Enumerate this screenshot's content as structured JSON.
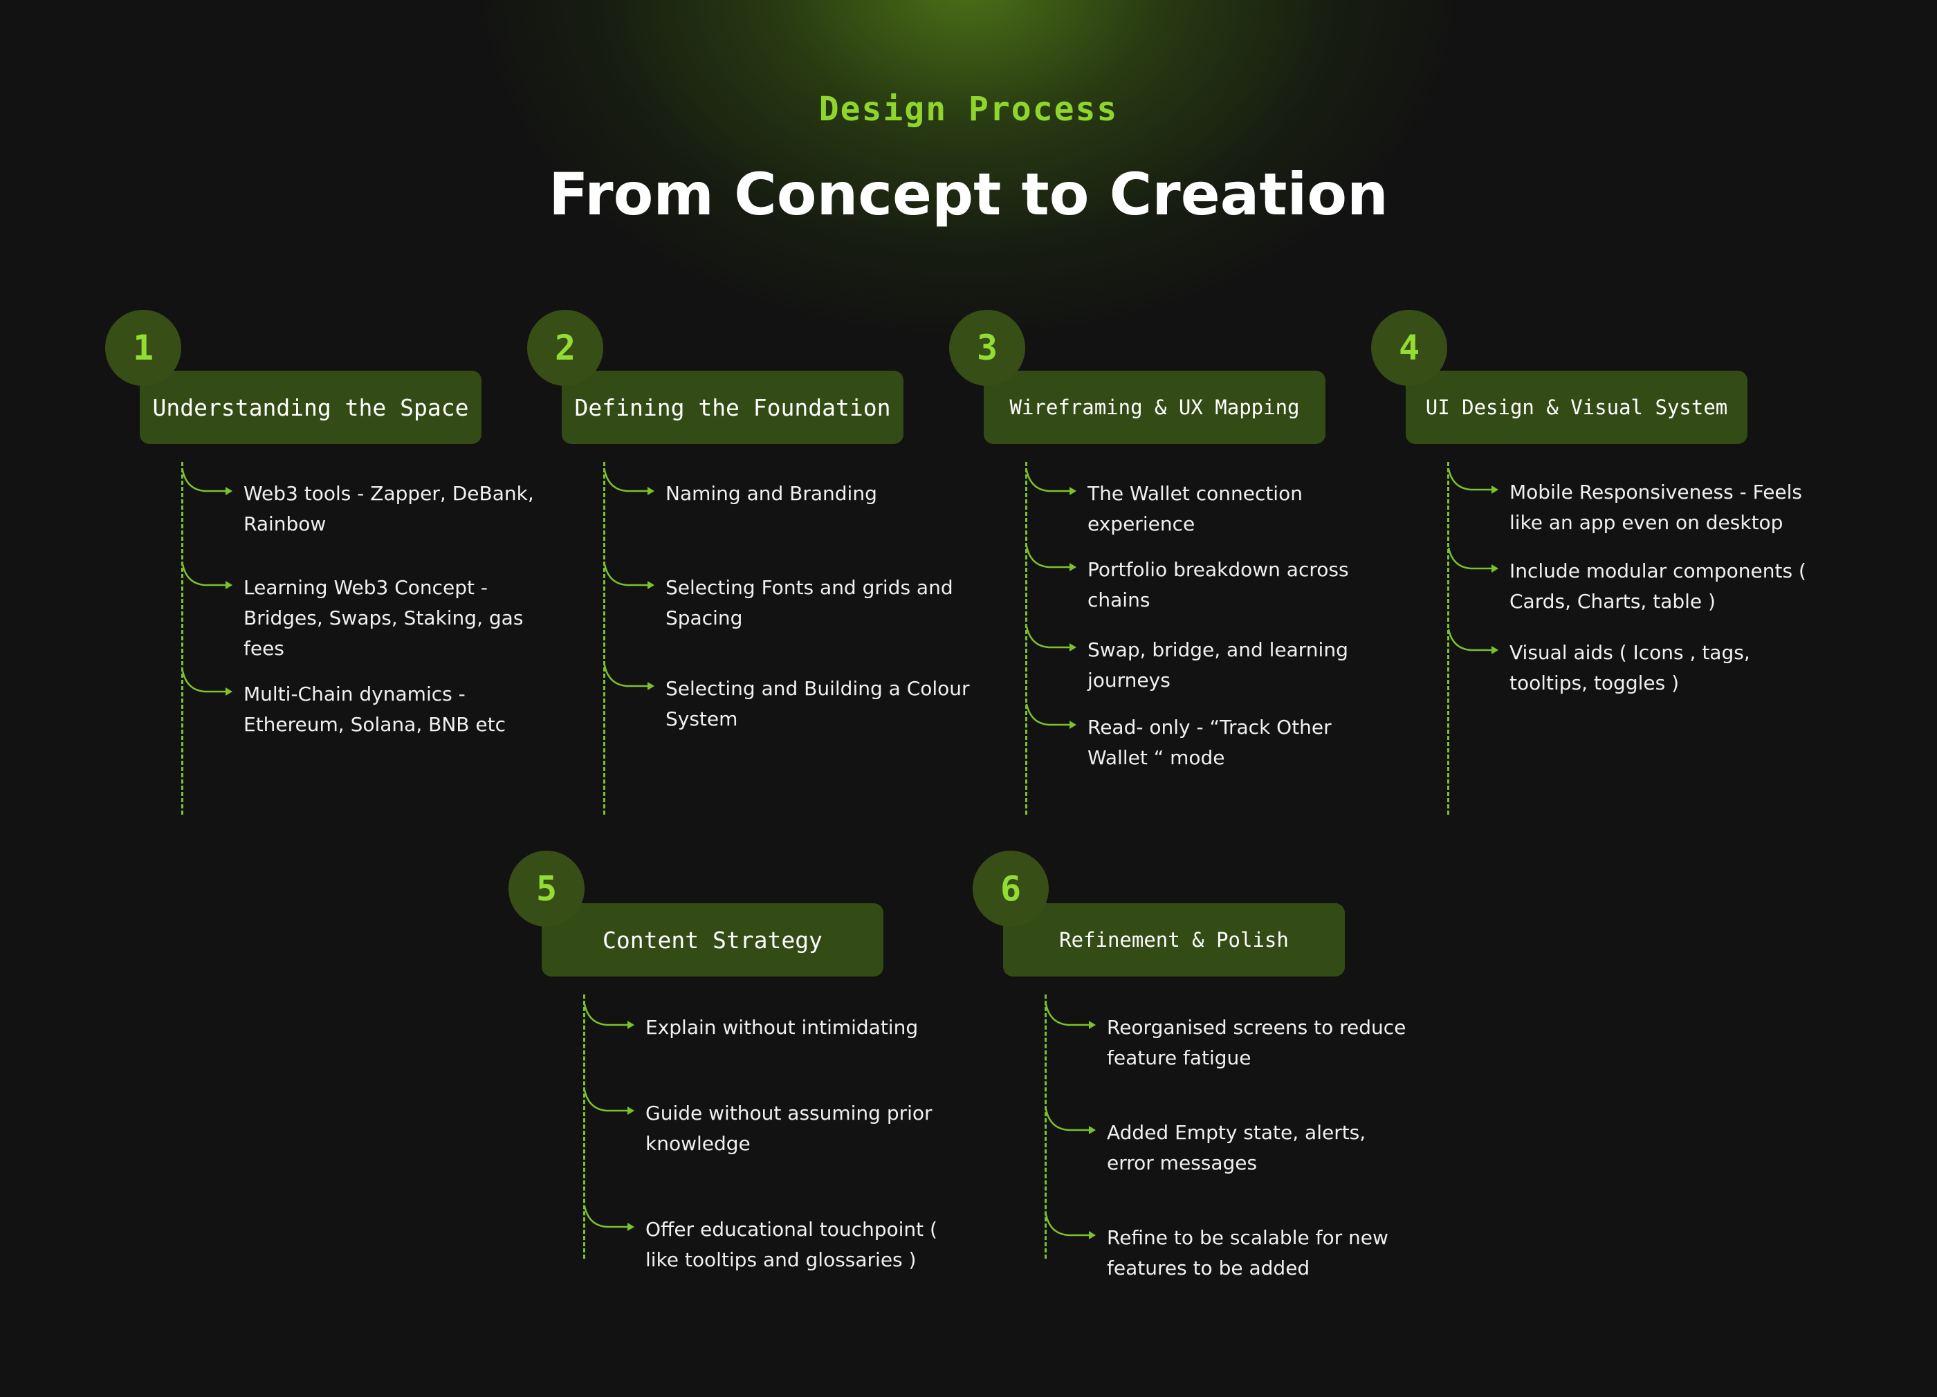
{
  "header": {
    "kicker": "Design Process",
    "title": "From Concept to Creation"
  },
  "colors": {
    "background": "#121212",
    "accent": "#8ed62e",
    "pill": "#334b14",
    "badge": "#374f17"
  },
  "steps": [
    {
      "number": "1",
      "title": "Understanding the Space",
      "items": [
        "Web3 tools - Zapper, DeBank, Rainbow",
        "Learning Web3 Concept - Bridges, Swaps, Staking, gas fees",
        "Multi-Chain dynamics - Ethereum, Solana, BNB etc"
      ]
    },
    {
      "number": "2",
      "title": "Defining the Foundation",
      "items": [
        "Naming and Branding",
        "Selecting Fonts and grids and Spacing",
        "Selecting and Building a Colour System"
      ]
    },
    {
      "number": "3",
      "title": "Wireframing & UX Mapping",
      "items": [
        "The Wallet connection experience",
        "Portfolio breakdown across chains",
        "Swap, bridge, and learning journeys",
        "Read- only - “Track Other Wallet “ mode"
      ]
    },
    {
      "number": "4",
      "title": "UI Design & Visual System",
      "items": [
        "Mobile Responsiveness - Feels like an app even on desktop",
        "Include modular components ( Cards, Charts, table )",
        "Visual aids ( Icons , tags, tooltips, toggles )"
      ]
    },
    {
      "number": "5",
      "title": "Content Strategy",
      "items": [
        "Explain without intimidating",
        "Guide without assuming prior knowledge",
        "Offer educational touchpoint ( like tooltips and glossaries )"
      ]
    },
    {
      "number": "6",
      "title": "Refinement & Polish",
      "items": [
        "Reorganised screens to reduce feature fatigue",
        "Added Empty state, alerts, error messages",
        "Refine to be scalable for new features to be added"
      ]
    }
  ]
}
